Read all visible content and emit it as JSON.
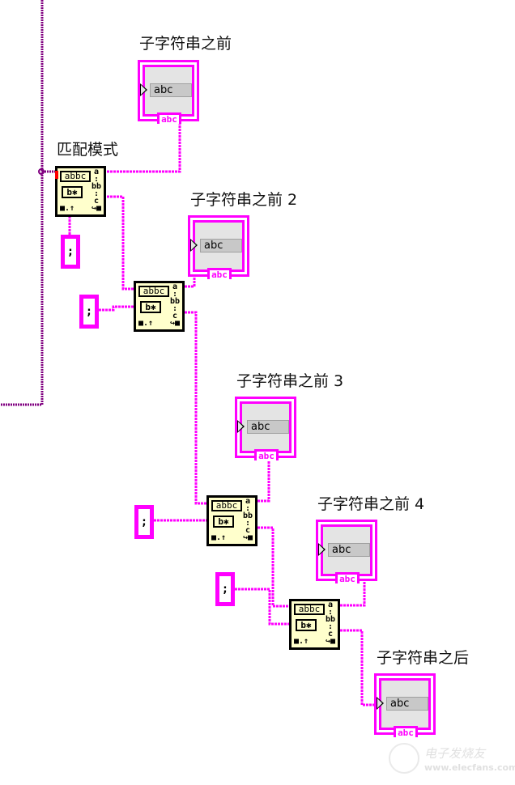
{
  "diagram": {
    "type": "LabVIEW block diagram",
    "colors": {
      "string_wire": "#ff00ff",
      "cluster_wire": "#800080",
      "node_fill": "#ffffcc",
      "node_border": "#000000",
      "indicator_fill": "#e4e4e4"
    },
    "indicators": [
      {
        "id": "ind1",
        "label": "子字符串之前",
        "value": "abc",
        "terminal": "abc"
      },
      {
        "id": "ind2",
        "label": "子字符串之前 2",
        "value": "abc",
        "terminal": "abc"
      },
      {
        "id": "ind3",
        "label": "子字符串之前 3",
        "value": "abc",
        "terminal": "abc"
      },
      {
        "id": "ind4",
        "label": "子字符串之前 4",
        "value": "abc",
        "terminal": "abc"
      },
      {
        "id": "ind5",
        "label": "子字符串之后",
        "value": "abc",
        "terminal": "abc"
      }
    ],
    "nodes": [
      {
        "id": "match1",
        "label": "匹配模式",
        "function": "Match Pattern",
        "icon_top": "abbc",
        "icon_mid": "b✱",
        "icon_right": "a\n:\nbb\n:\nc",
        "icon_bl": "■.↑",
        "icon_br": "↪■"
      },
      {
        "id": "match2",
        "label": "",
        "function": "Match Pattern",
        "icon_top": "abbc",
        "icon_mid": "b✱",
        "icon_right": "a\n:\nbb\n:\nc",
        "icon_bl": "■.↑",
        "icon_br": "↪■"
      },
      {
        "id": "match3",
        "label": "",
        "function": "Match Pattern",
        "icon_top": "abbc",
        "icon_mid": "b✱",
        "icon_right": "a\n:\nbb\n:\nc",
        "icon_bl": "■.↑",
        "icon_br": "↪■"
      },
      {
        "id": "match4",
        "label": "",
        "function": "Match Pattern",
        "icon_top": "abbc",
        "icon_mid": "b✱",
        "icon_right": "a\n:\nbb\n:\nc",
        "icon_bl": "■.↑",
        "icon_br": "↪■"
      }
    ],
    "constants": [
      {
        "id": "c1",
        "value": ";"
      },
      {
        "id": "c2",
        "value": ";"
      },
      {
        "id": "c3",
        "value": ";"
      },
      {
        "id": "c4",
        "value": ";"
      }
    ],
    "edges": [
      {
        "from": "input",
        "to": "match1",
        "wire": "cluster_wire"
      },
      {
        "from": "match1",
        "to": "ind1",
        "wire": "string_wire"
      },
      {
        "from": "c1",
        "to": "match1",
        "wire": "string_wire"
      },
      {
        "from": "match1",
        "to": "match2",
        "wire": "string_wire"
      },
      {
        "from": "c2",
        "to": "match2",
        "wire": "string_wire"
      },
      {
        "from": "match2",
        "to": "ind2",
        "wire": "string_wire"
      },
      {
        "from": "match2",
        "to": "match3",
        "wire": "string_wire"
      },
      {
        "from": "c3",
        "to": "match3",
        "wire": "string_wire"
      },
      {
        "from": "match3",
        "to": "ind3",
        "wire": "string_wire"
      },
      {
        "from": "match3",
        "to": "match4",
        "wire": "string_wire"
      },
      {
        "from": "c4",
        "to": "match4",
        "wire": "string_wire"
      },
      {
        "from": "match4",
        "to": "ind4",
        "wire": "string_wire"
      },
      {
        "from": "match4",
        "to": "ind5",
        "wire": "string_wire"
      }
    ]
  },
  "watermark": {
    "name": "电子发烧友",
    "url": "www.elecfans.com"
  }
}
